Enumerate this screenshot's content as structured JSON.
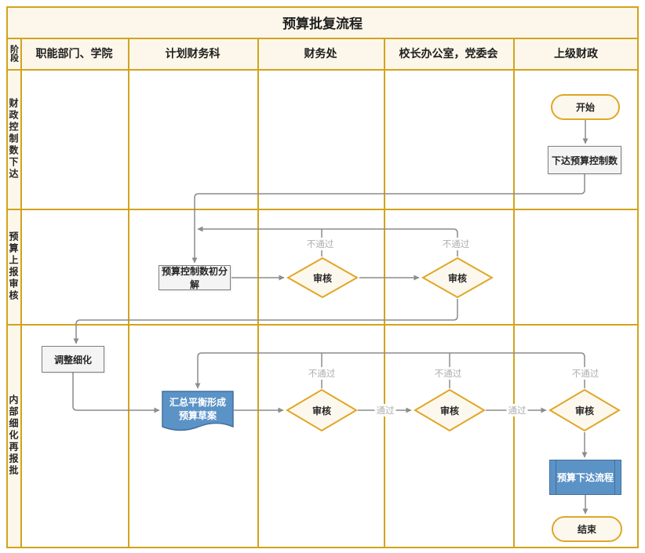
{
  "title": "预算批复流程",
  "stage_column": {
    "header": "阶段",
    "rows": [
      "财政控制数下达",
      "预算上报审核",
      "内部细化再报批"
    ]
  },
  "lanes": [
    "职能部门、学院",
    "计划财务科",
    "财务处",
    "校长办公室，党委会",
    "上级财政"
  ],
  "nodes": {
    "start": "开始",
    "issue_control": "下达预算控制数",
    "initial_split": "预算控制数初分解",
    "review": "审核",
    "adjust": "调整细化",
    "draft_line1": "汇总平衡形成",
    "draft_line2": "预算草案",
    "release_process": "预算下达流程",
    "end": "结束"
  },
  "edge_labels": {
    "fail": "不通过",
    "pass": "通过"
  },
  "colors": {
    "grid_gold": "#d2a31d",
    "shape_gold": "#e0a626",
    "cream_bg": "#fcf7ea",
    "shape_cream": "#fdf8ee",
    "lane_white": "#ffffff",
    "connector_gray": "#8c8c8c",
    "box_border": "#7f7f7f",
    "box_fill": "#f4f4f4",
    "blue_fill": "#5c93c7",
    "blue_border": "#41719c",
    "edge_label_gray": "#aeaeae",
    "text": "#262626"
  }
}
